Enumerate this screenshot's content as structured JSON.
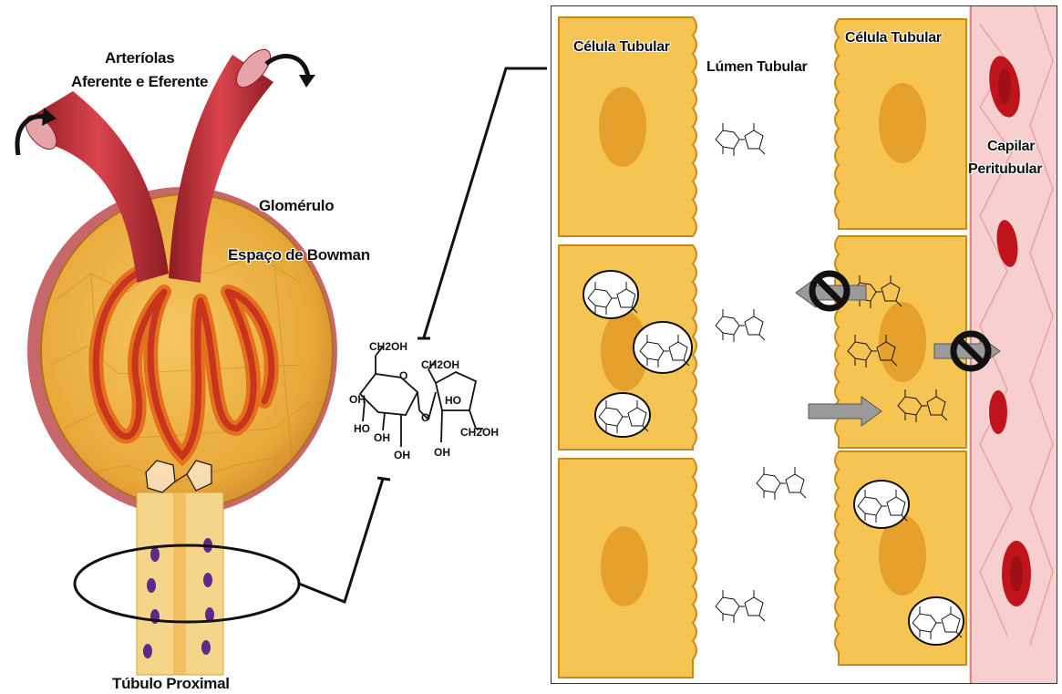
{
  "labels": {
    "arterioles_line1": "Arteríolas",
    "arterioles_line2": "Aferente e Eferente",
    "glomerulus": "Glomérulo",
    "bowman_space": "Espaço de Bowman",
    "proximal_tubule": "Túbulo Proximal",
    "tubular_cell_left": "Célula Tubular",
    "tubular_cell_right": "Célula Tubular",
    "tubular_lumen": "Lúmen Tubular",
    "capillary_line1": "Capilar",
    "capillary_line2": "Peritubular"
  },
  "sucrose_structure": {
    "ch2oh_top_left": "CH2OH",
    "ch2oh_top_right": "CH2OH",
    "ch2oh_right": "CH2OH",
    "oh_labels": [
      "OH",
      "HO",
      "OH",
      "OH",
      "HO",
      "OH"
    ],
    "ring_o": "O",
    "bridge_o": "O"
  },
  "colors": {
    "cell_fill": "#f6c453",
    "cell_border": "#c98a1a",
    "nucleus": "#e6a02c",
    "artery_red": "#c2303a",
    "capillary_bg": "#f8cfcf",
    "rbc": "#c0141c",
    "blocked": "#111111",
    "arrow_grey": "#9a9a9a"
  }
}
